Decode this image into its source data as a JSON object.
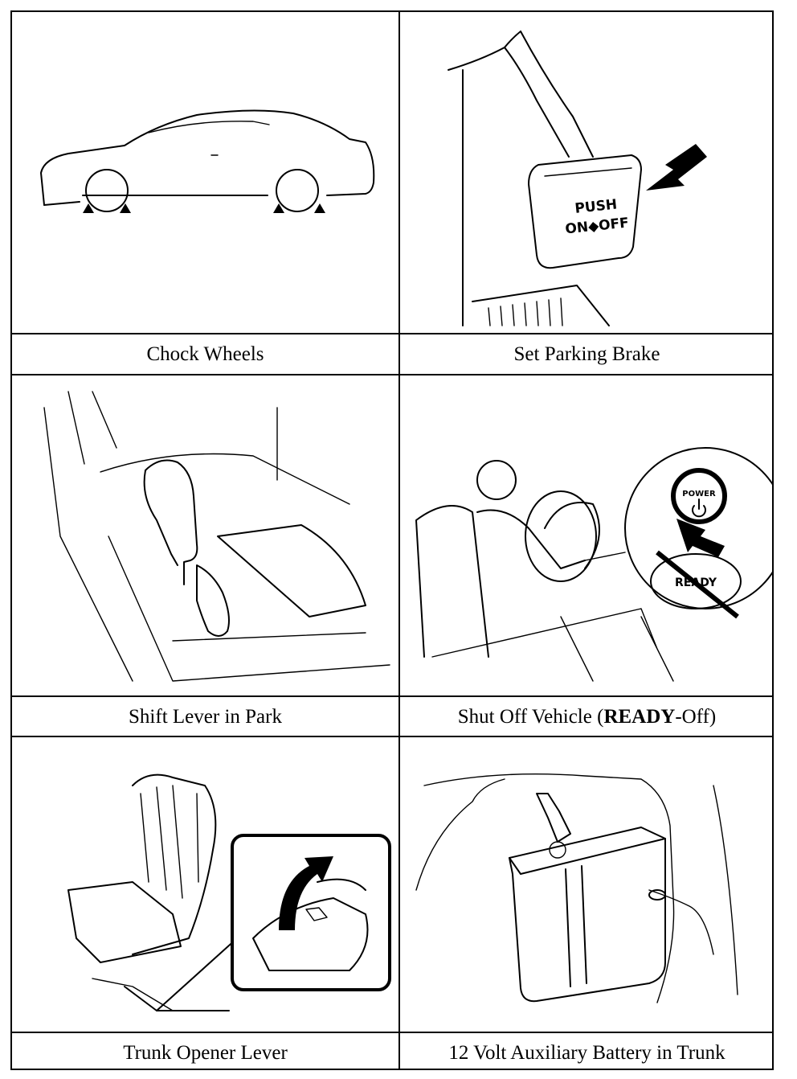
{
  "panels": [
    {
      "caption": "Chock Wheels",
      "icon": "car-chock-wheels-illustration"
    },
    {
      "caption": "Set Parking Brake",
      "icon": "parking-brake-pedal-illustration",
      "pedal_text_line1": "PUSH",
      "pedal_text_line2": "ON◆OFF"
    },
    {
      "caption": "Shift Lever in Park",
      "icon": "shift-lever-illustration"
    },
    {
      "caption_pre": "Shut Off Vehicle (",
      "caption_bold": "READY",
      "caption_post": "-Off)",
      "icon": "power-button-illustration",
      "button_text": "POWER",
      "indicator_text": "READY"
    },
    {
      "caption": "Trunk Opener Lever",
      "icon": "trunk-opener-lever-illustration"
    },
    {
      "caption": "12 Volt Auxiliary Battery in Trunk",
      "icon": "auxiliary-battery-illustration"
    }
  ]
}
